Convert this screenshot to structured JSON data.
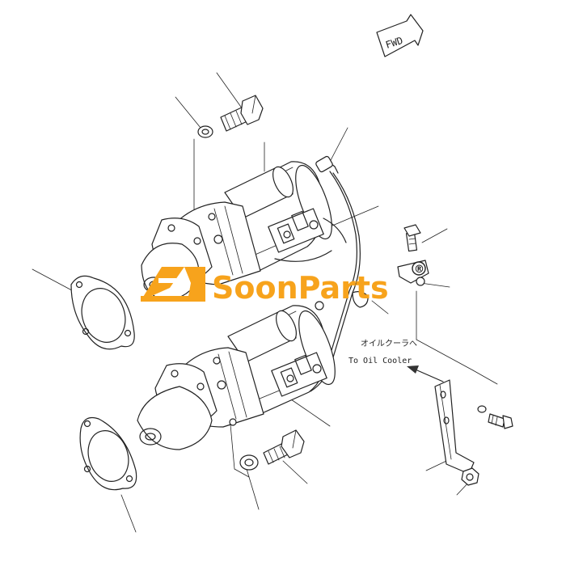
{
  "fwd_label": "FWD",
  "callout_japanese": "オイルクーラへ",
  "callout_english": "To Oil Cooler",
  "watermark": {
    "text": "SoonParts",
    "registered_mark": "®",
    "color": "#f7a31c"
  },
  "parts": [
    {
      "name": "upper-starter-motor"
    },
    {
      "name": "lower-starter-motor"
    },
    {
      "name": "upper-gasket"
    },
    {
      "name": "lower-gasket"
    },
    {
      "name": "upper-bolt"
    },
    {
      "name": "lower-bolt"
    },
    {
      "name": "upper-washer"
    },
    {
      "name": "lower-washer"
    },
    {
      "name": "cable"
    },
    {
      "name": "clamp"
    },
    {
      "name": "bracket"
    },
    {
      "name": "bracket-bolt"
    },
    {
      "name": "nut"
    }
  ]
}
